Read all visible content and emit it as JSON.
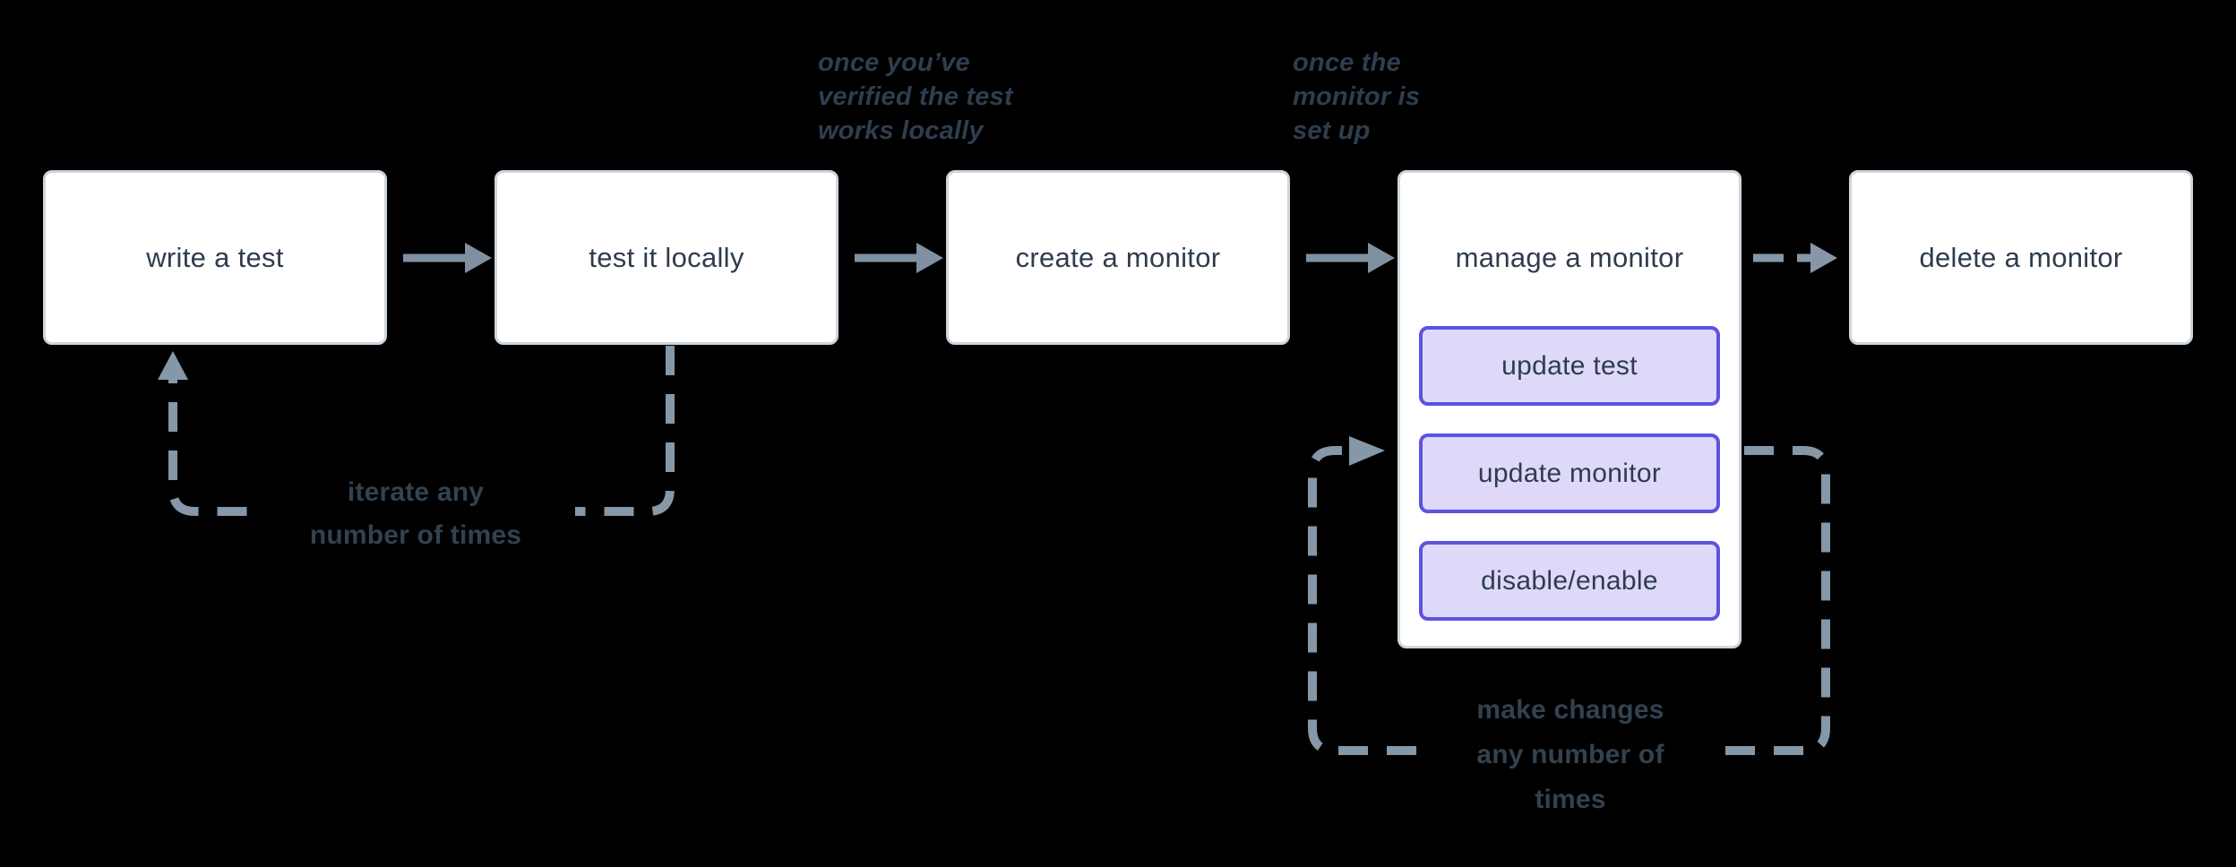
{
  "diagram": {
    "nodes": {
      "write_test": {
        "label": "write a test"
      },
      "test_locally": {
        "label": "test it locally"
      },
      "create_monitor": {
        "label": "create a monitor"
      },
      "manage_monitor": {
        "label": "manage a monitor",
        "children": {
          "update_test": {
            "label": "update test"
          },
          "update_monitor": {
            "label": "update monitor"
          },
          "disable_enable": {
            "label": "disable/enable"
          }
        }
      },
      "delete_monitor": {
        "label": "delete a monitor"
      }
    },
    "annotations": {
      "verified_locally": {
        "text": "once you’ve\nverified the test\nworks locally"
      },
      "monitor_setup": {
        "text": "once the\nmonitor is\nset up"
      }
    },
    "loop_labels": {
      "iterate": {
        "text": "iterate any\nnumber of times"
      },
      "changes": {
        "text": "make changes\nany number of\ntimes"
      }
    },
    "colors": {
      "background": "#000000",
      "node_fill": "#ffffff",
      "node_border": "#ccd6df",
      "node_text": "#2e3c4e",
      "action_fill": "#ded9f8",
      "action_border": "#5e52e1",
      "solid_arrow": "#7f90a1",
      "dashed_arrow": "#8697a7"
    }
  }
}
